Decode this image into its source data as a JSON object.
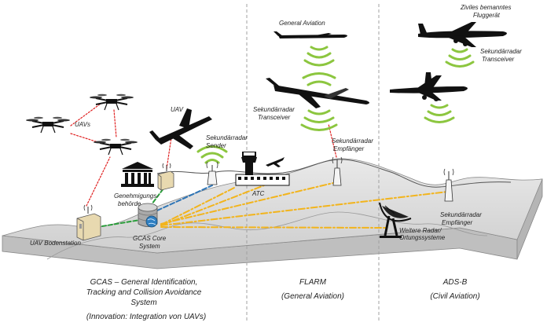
{
  "labels": {
    "uav": "UAV",
    "uavs": "UAVs",
    "general_aviation": "General Aviation",
    "ziviles_1": "Ziviles bemanntes",
    "ziviles_2": "Fluggerät",
    "sek_trans_right_1": "Sekundärradar",
    "sek_trans_right_2": "Transceiver",
    "sek_trans_mid_1": "Sekundärradar",
    "sek_trans_mid_2": "Transceiver",
    "sek_sender_1": "Sekundärradar",
    "sek_sender_2": "Sender",
    "sek_empf_mid_1": "Sekundärradar",
    "sek_empf_mid_2": "Empfänger",
    "sek_empf_right_1": "Sekundärradar",
    "sek_empf_right_2": "Empfänger",
    "genehm_1": "Genehmigungs-",
    "genehm_2": "behörde",
    "atc": "ATC",
    "gcas_core_1": "GCAS Core",
    "gcas_core_2": "System",
    "uav_boden": "UAV Bodenstation",
    "weitere_1": "Weitere Radar/",
    "weitere_2": "Ortungssysteme"
  },
  "bottom": {
    "gcas_1": "GCAS – General Identification,",
    "gcas_2": "Tracking  and Collision Avoidance",
    "gcas_3": "System",
    "innovation": "(Innovation: Integration von UAVs)",
    "flarm": "FLARM",
    "flarm_sub": "(General Aviation)",
    "adsb": "ADS-B",
    "adsb_sub": "(Civil Aviation)"
  },
  "colors": {
    "signal_green": "#8cc63f",
    "link_yellow": "#f2b41c",
    "link_blue": "#2e75b6",
    "link_green": "#2a9d3a",
    "link_red": "#e02020",
    "terrain": "#c9c9c9"
  }
}
